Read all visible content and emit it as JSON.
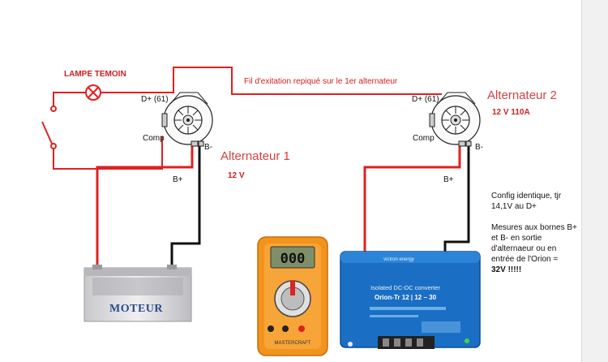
{
  "labels": {
    "lamp": "LAMPE TEMOIN",
    "excitation_wire": "Fil d'exitation repiqué sur le 1er alternateur",
    "motor": "MOTEUR"
  },
  "alternator_1": {
    "name": "Alternateur 1",
    "spec": "12 V",
    "terminal_dplus": "D+ (61)",
    "terminal_comp": "Comp",
    "terminal_bplus": "B+",
    "terminal_bminus": "B-"
  },
  "alternator_2": {
    "name": "Alternateur 2",
    "spec": "12 V  110A",
    "terminal_dplus": "D+ (61)",
    "terminal_comp": "Comp",
    "terminal_bplus": "B+",
    "terminal_bminus": "B-"
  },
  "note": {
    "line1": "Config identique, tjr 14,1V au D+",
    "line2": "Mesures aux bornes B+ et B- en sortie d'alternaeur ou en entrée de l'Orion =",
    "emphasis": "32V !!!!!"
  },
  "multimeter": {
    "display": "000",
    "brand": "MASTERCRAFT"
  },
  "converter": {
    "brand": "victron energy",
    "line1": "Isolated DC-DC converter",
    "line2": "Orion-Tr 12 | 12 – 30"
  },
  "colors": {
    "wire_red": "#e02020",
    "wire_black": "#111111",
    "text_red": "#d21f1f",
    "converter_blue": "#1a6fc4",
    "multimeter_orange": "#f2931c"
  }
}
